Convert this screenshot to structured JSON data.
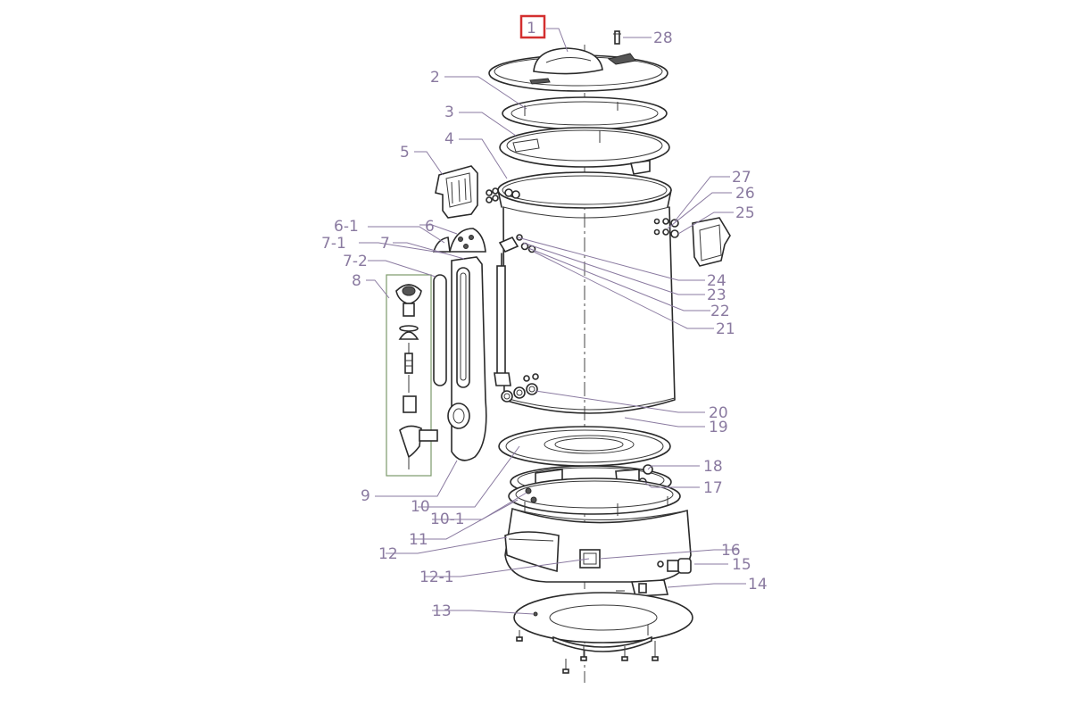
{
  "diagram": {
    "highlight_label": "1",
    "highlight_color": "#d32f2f",
    "label_color": "#8a7aa0",
    "line_color": "#2a2a2a",
    "labels": {
      "l1": "1",
      "l2": "2",
      "l3": "3",
      "l4": "4",
      "l5": "5",
      "l6_1": "6-1",
      "l6": "6",
      "l7_1": "7-1",
      "l7": "7",
      "l7_2": "7-2",
      "l8": "8",
      "l9": "9",
      "l10": "10",
      "l10_1": "10-1",
      "l11": "11",
      "l12": "12",
      "l12_1": "12-1",
      "l13": "13",
      "l14": "14",
      "l15": "15",
      "l16": "16",
      "l17": "17",
      "l18": "18",
      "l19": "19",
      "l20": "20",
      "l21": "21",
      "l22": "22",
      "l23": "23",
      "l24": "24",
      "l25": "25",
      "l26": "26",
      "l27": "27",
      "l28": "28"
    }
  }
}
